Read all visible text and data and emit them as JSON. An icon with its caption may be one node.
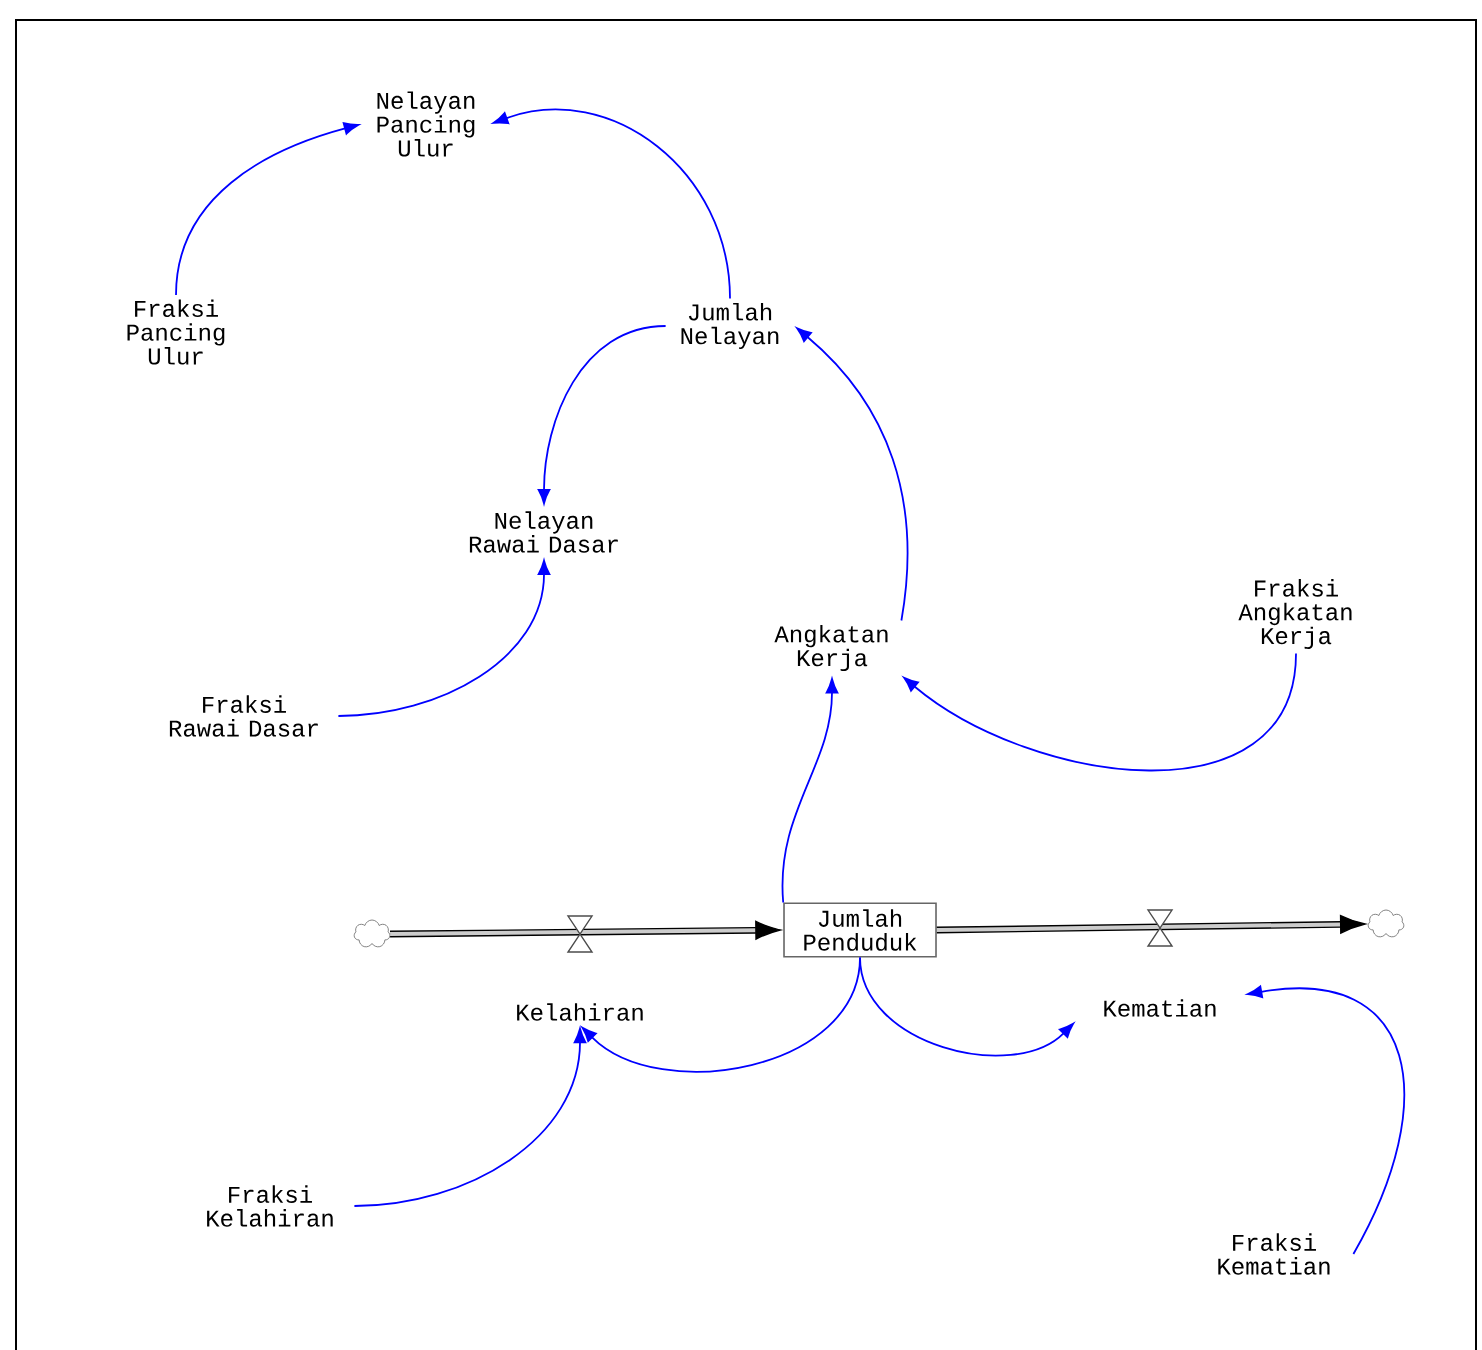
{
  "diagram": {
    "nodes": [
      {
        "text": [
          "Nelayan Pancing Ulur"
        ]
      },
      {
        "text": [
          "Fraksi Pancing Ulur"
        ]
      },
      {
        "text": [
          "Jumlah Nelayan"
        ]
      },
      {
        "text": [
          "Nelayan Rawai Dasar"
        ]
      },
      {
        "text": [
          "Fraksi Rawai Dasar"
        ]
      },
      {
        "text": [
          "Angkatan Kerja"
        ]
      },
      {
        "text": [
          "Fraksi Angkatan Kerja"
        ]
      },
      {
        "text": [
          "Jumlah Penduduk"
        ]
      },
      {
        "text": [],
        "shape": "cloud"
      },
      {
        "text": [
          "Kelahiran"
        ]
      },
      {
        "text": [
          "Kematian"
        ]
      },
      {
        "text": [],
        "shape": "cloud"
      },
      {
        "text": [
          "Fraksi Kelahiran"
        ]
      },
      {
        "text": [
          "Fraksi Kematian"
        ]
      }
    ],
    "edges": [
      {
        "from": 1,
        "to": 0,
        "arrow": "to"
      },
      {
        "from": 2,
        "to": 0,
        "arrow": "to"
      },
      {
        "from": 2,
        "to": 3,
        "arrow": "to"
      },
      {
        "from": 4,
        "to": 3,
        "arrow": "to"
      },
      {
        "from": 5,
        "to": 2,
        "arrow": "to"
      },
      {
        "from": 6,
        "to": 5,
        "arrow": "to"
      },
      {
        "from": 7,
        "to": 5,
        "arrow": "to"
      },
      {
        "from": 7,
        "to": 9,
        "arrow": "to"
      },
      {
        "from": 7,
        "to": 10,
        "arrow": "to"
      },
      {
        "from": 12,
        "to": 9,
        "arrow": "to"
      },
      {
        "from": 13,
        "to": 10,
        "arrow": "to"
      },
      {
        "from": 8,
        "to": 7,
        "arrow": "to",
        "style": "thick",
        "color": "#000000"
      },
      {
        "from": 7,
        "to": 11,
        "arrow": "to",
        "style": "thick",
        "color": "#000000"
      }
    ]
  }
}
